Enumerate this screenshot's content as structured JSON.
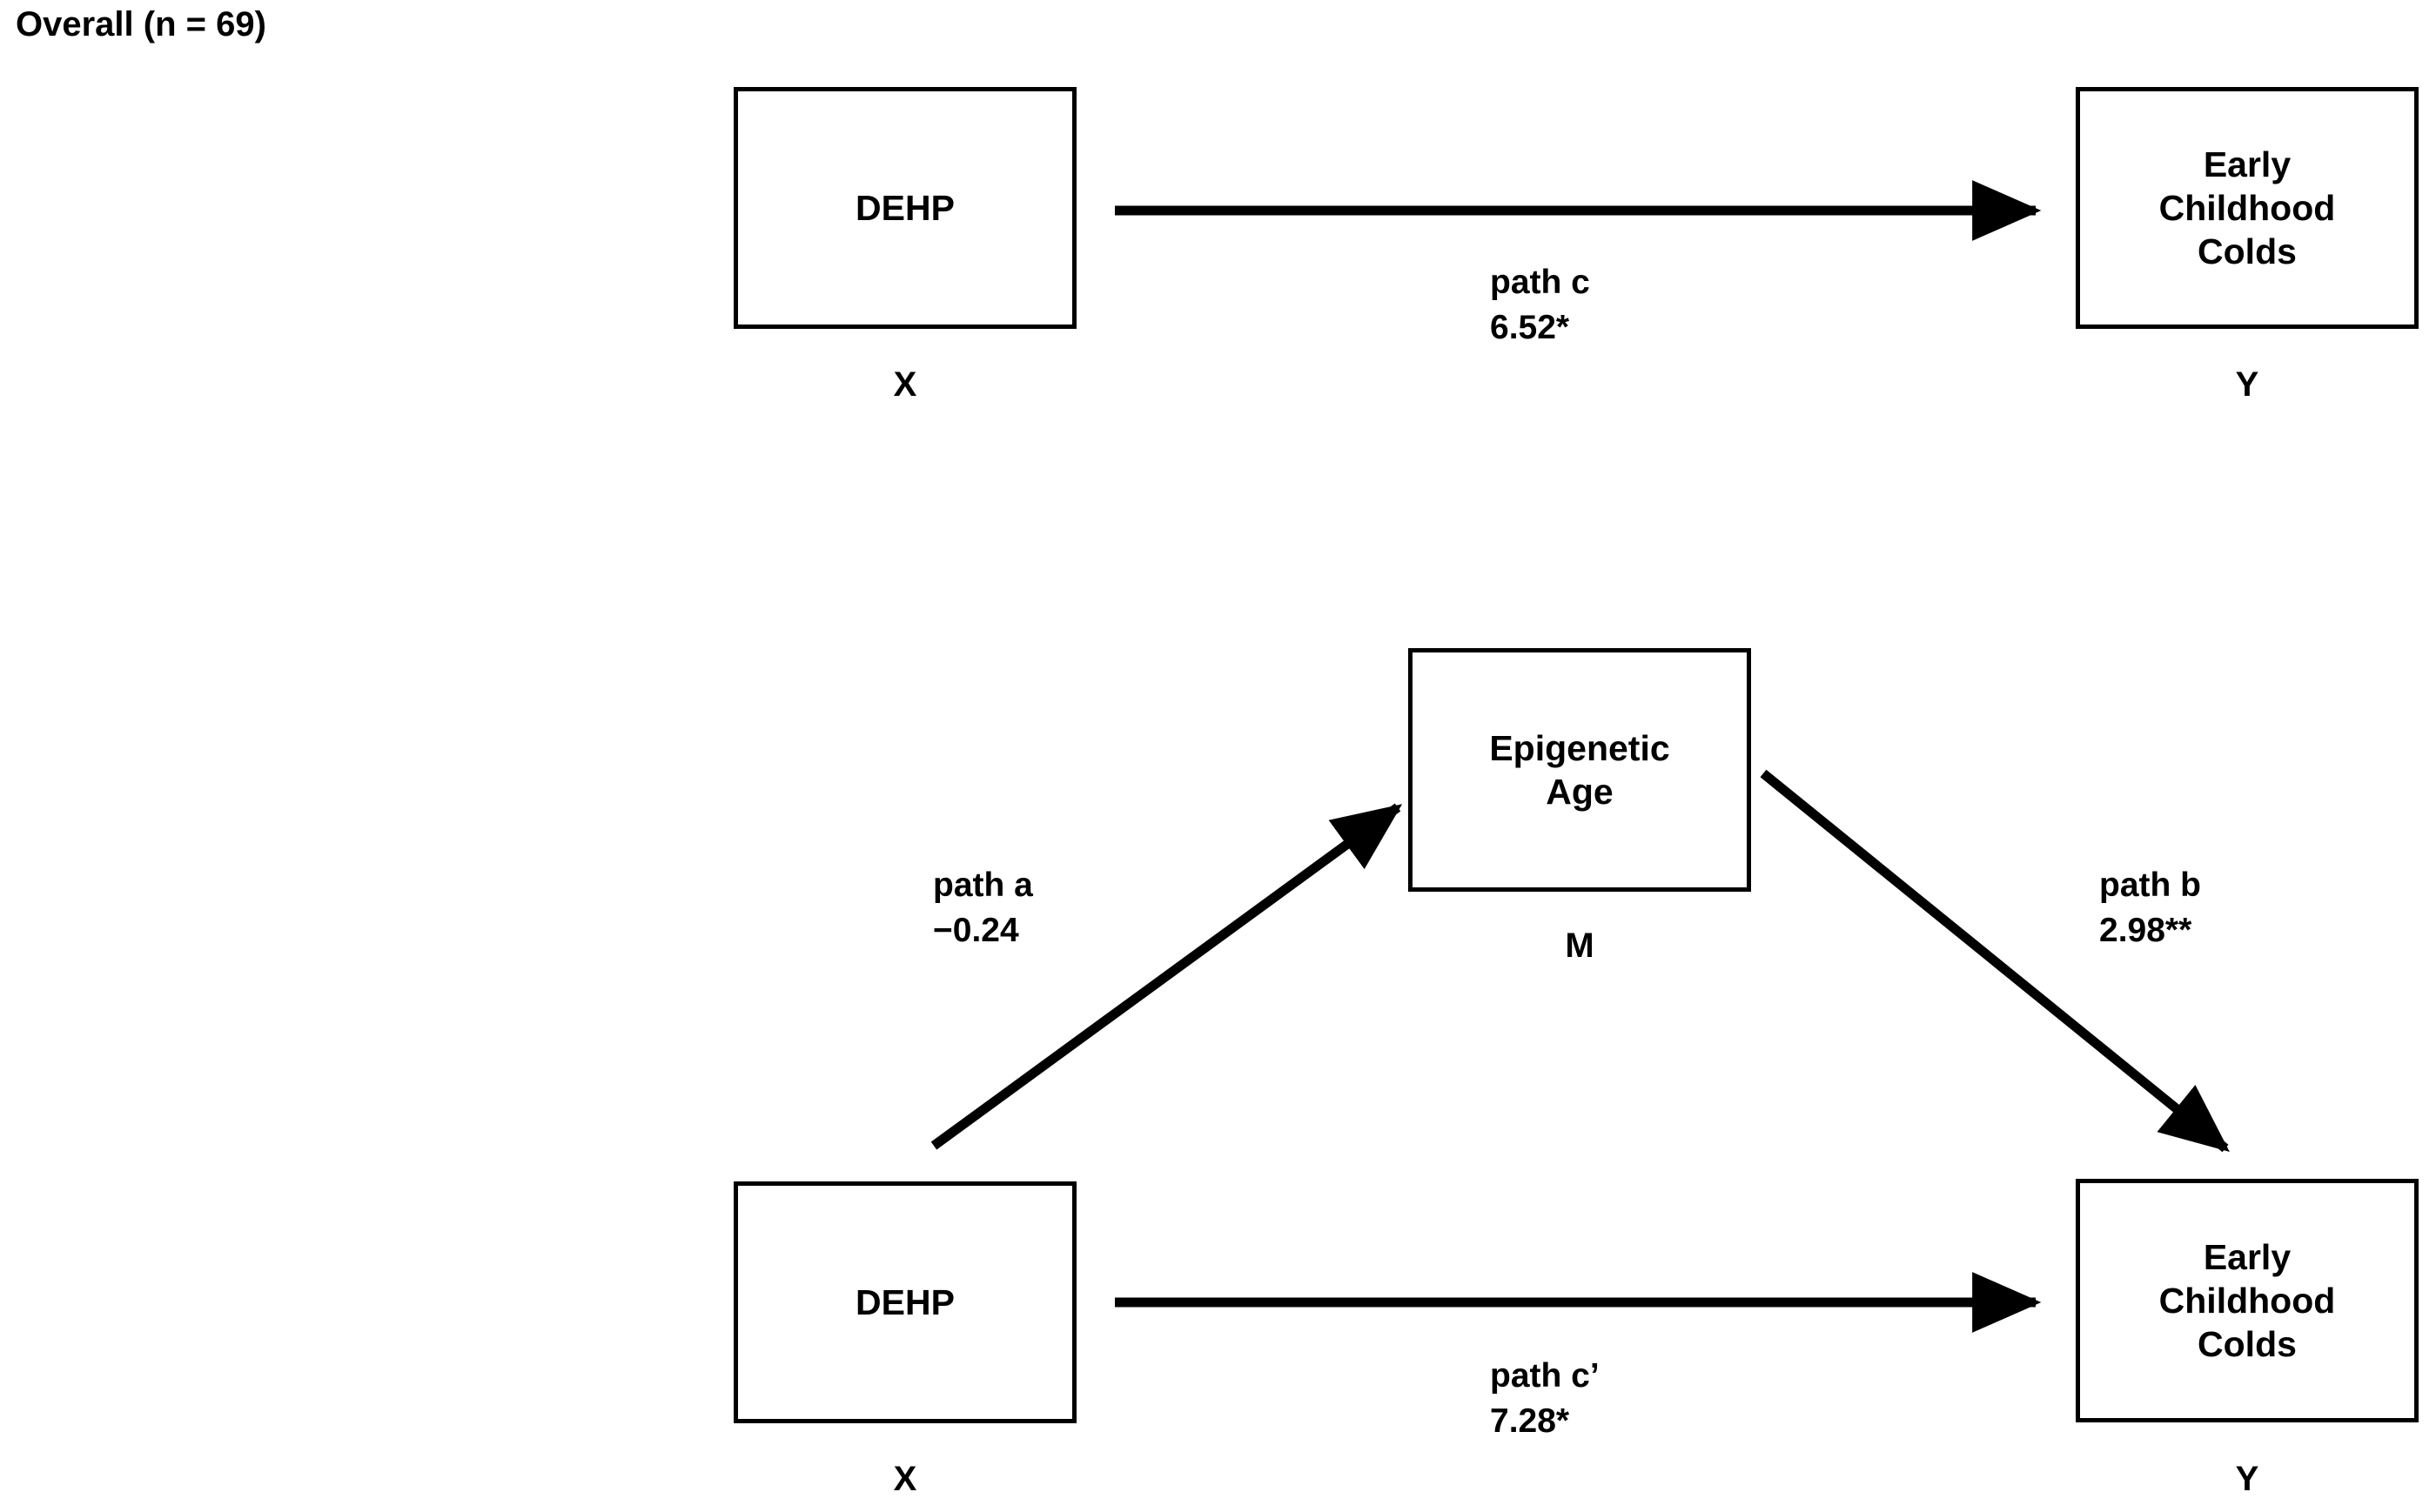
{
  "figure": {
    "title": "Overall (n = 69)",
    "background_color": "#ffffff",
    "stroke_color": "#000000"
  },
  "panels": {
    "total_effect": {
      "nodes": {
        "predictor": {
          "label": "DEHP",
          "role": "X"
        },
        "outcome": {
          "label": "Early\nChildhood\nColds",
          "role": "Y"
        }
      },
      "paths": [
        {
          "id": "c",
          "name": "path c",
          "coefficient": "6.52*",
          "from": "X",
          "to": "Y"
        }
      ]
    },
    "mediation": {
      "nodes": {
        "predictor": {
          "label": "DEHP",
          "role": "X"
        },
        "mediator": {
          "label": "Epigenetic\nAge",
          "role": "M"
        },
        "outcome": {
          "label": "Early\nChildhood\nColds",
          "role": "Y"
        }
      },
      "paths": [
        {
          "id": "a",
          "name": "path a",
          "coefficient": "−0.24",
          "from": "X",
          "to": "M"
        },
        {
          "id": "b",
          "name": "path b",
          "coefficient": "2.98**",
          "from": "M",
          "to": "Y"
        },
        {
          "id": "c_prime",
          "name": "path c’",
          "coefficient": "7.28*",
          "from": "X",
          "to": "Y"
        }
      ]
    }
  },
  "chart_data": {
    "type": "diagram",
    "title": "Overall (n = 69)",
    "diagram_kind": "mediation-path-model",
    "sample_size": 69,
    "variables": [
      {
        "role": "X",
        "label": "DEHP"
      },
      {
        "role": "M",
        "label": "Epigenetic Age"
      },
      {
        "role": "Y",
        "label": "Early Childhood Colds"
      }
    ],
    "paths": [
      {
        "id": "c",
        "label": "path c",
        "value": "6.52*",
        "numeric": 6.52,
        "significance": "*",
        "from": "X",
        "to": "Y",
        "panel": "total_effect"
      },
      {
        "id": "a",
        "label": "path a",
        "value": "−0.24",
        "numeric": -0.24,
        "significance": "",
        "from": "X",
        "to": "M",
        "panel": "mediation"
      },
      {
        "id": "b",
        "label": "path b",
        "value": "2.98**",
        "numeric": 2.98,
        "significance": "**",
        "from": "M",
        "to": "Y",
        "panel": "mediation"
      },
      {
        "id": "c_prime",
        "label": "path c’",
        "value": "7.28*",
        "numeric": 7.28,
        "significance": "*",
        "from": "X",
        "to": "Y",
        "panel": "mediation"
      }
    ]
  }
}
